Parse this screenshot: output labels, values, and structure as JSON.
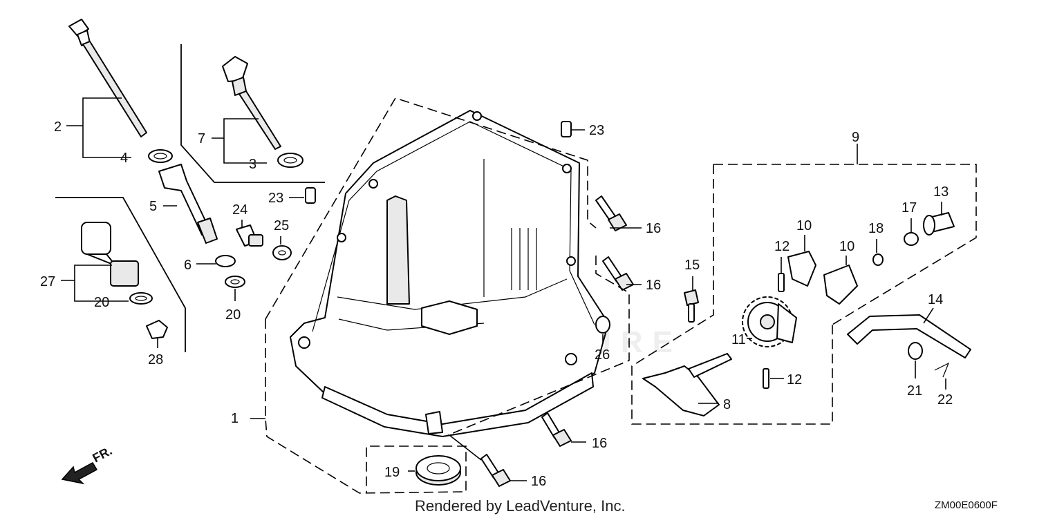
{
  "diagram": {
    "labels": {
      "l1": "1",
      "l2": "2",
      "l3": "3",
      "l4": "4",
      "l5": "5",
      "l6": "6",
      "l7": "7",
      "l8": "8",
      "l9": "9",
      "l10a": "10",
      "l10b": "10",
      "l11": "11",
      "l12a": "12",
      "l12b": "12",
      "l13": "13",
      "l14": "14",
      "l15": "15",
      "l16a": "16",
      "l16b": "16",
      "l16c": "16",
      "l16d": "16",
      "l17": "17",
      "l18": "18",
      "l19": "19",
      "l20a": "20",
      "l20b": "20",
      "l21": "21",
      "l22": "22",
      "l23a": "23",
      "l23b": "23",
      "l24": "24",
      "l25": "25",
      "l26": "26",
      "l27": "27",
      "l28": "28"
    },
    "front_arrow_label": "FR.",
    "footer_credit": "Rendered by LeadVenture, Inc.",
    "diagram_code": "ZM00E0600F",
    "watermark": "LEADVENTURE"
  }
}
